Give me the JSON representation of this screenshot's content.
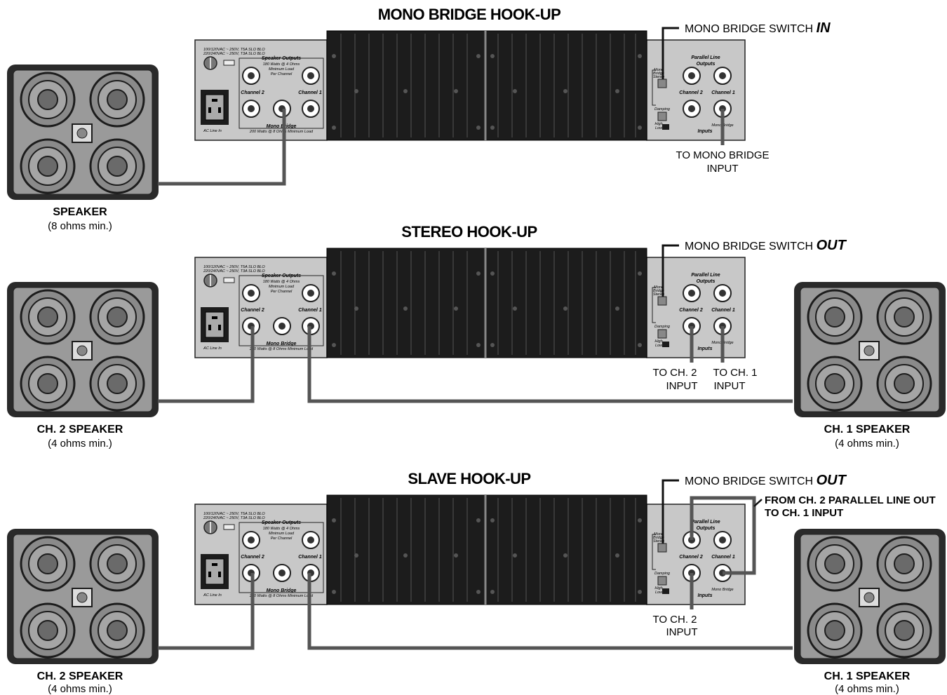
{
  "sections": [
    {
      "title": "MONO BRIDGE HOOK-UP",
      "switch_label": "MONO BRIDGE SWITCH",
      "switch_state": "IN",
      "input_labels": [
        {
          "line1": "TO MONO BRIDGE",
          "line2": "INPUT"
        }
      ],
      "left_speaker": {
        "name": "SPEAKER",
        "spec": "(8 ohms min.)"
      },
      "right_speaker": null
    },
    {
      "title": "STEREO HOOK-UP",
      "switch_label": "MONO BRIDGE SWITCH",
      "switch_state": "OUT",
      "input_labels": [
        {
          "line1": "TO CH. 2",
          "line2": "INPUT"
        },
        {
          "line1": "TO CH. 1",
          "line2": "INPUT"
        }
      ],
      "left_speaker": {
        "name": "CH. 2 SPEAKER",
        "spec": "(4 ohms min.)"
      },
      "right_speaker": {
        "name": "CH. 1 SPEAKER",
        "spec": "(4 ohms min.)"
      }
    },
    {
      "title": "SLAVE HOOK-UP",
      "switch_label": "MONO BRIDGE SWITCH",
      "switch_state": "OUT",
      "input_labels": [
        {
          "line1": "TO CH. 2",
          "line2": "INPUT"
        }
      ],
      "jumper_note": {
        "line1": "FROM CH. 2 PARALLEL LINE OUT",
        "line2": "TO CH. 1 INPUT"
      },
      "left_speaker": {
        "name": "CH. 2 SPEAKER",
        "spec": "(4 ohms min.)"
      },
      "right_speaker": {
        "name": "CH. 1 SPEAKER",
        "spec": "(4 ohms min.)"
      }
    }
  ],
  "panel": {
    "voltage_line1": "100/120VAC ~ 250V, T5A SLO BLO",
    "voltage_line2": "220/240VAC ~ 250V, T3A SLO BLO",
    "speaker_outputs": "Speaker Outputs",
    "rating1": "180 Watts @ 4 Ohms",
    "rating2": "Minimum Load",
    "rating3": "Per Channel",
    "channel2": "Channel 2",
    "channel1": "Channel 1",
    "mono_bridge": "Mono Bridge",
    "bridge_rating": "200 Watts @ 8 Ohms Minimum Load",
    "ac_line_in": "AC Line In",
    "parallel_line": "Parallel Line",
    "outputs": "Outputs",
    "inputs": "Inputs",
    "damping": "Damping",
    "high": "High",
    "low": "Low",
    "mono": "Mono",
    "bridge": "Bridge",
    "stereo": "Stereo"
  },
  "colors": {
    "panel": "#c8c8c8",
    "heatsink": "#1c1c1c",
    "cable": "#555555",
    "cabinet": "#3a3a3a",
    "cone": "#9a9a9a"
  }
}
